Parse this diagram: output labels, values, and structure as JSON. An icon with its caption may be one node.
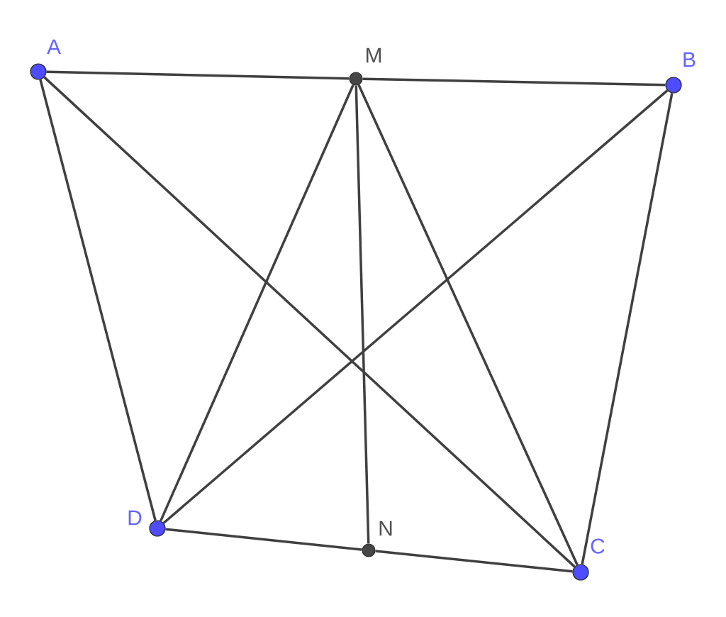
{
  "diagram": {
    "nodes": [
      {
        "text": [
          "A"
        ]
      },
      {
        "text": [
          "M"
        ]
      },
      {
        "text": [
          "B"
        ]
      },
      {
        "text": [
          "D"
        ]
      },
      {
        "text": [
          "N"
        ]
      },
      {
        "text": [
          "C"
        ]
      }
    ],
    "edges": [
      {
        "from": 0,
        "to": 1,
        "arrow": "none"
      },
      {
        "from": 1,
        "to": 2,
        "arrow": "none"
      },
      {
        "from": 2,
        "to": 5,
        "arrow": "none"
      },
      {
        "from": 5,
        "to": 4,
        "arrow": "none"
      },
      {
        "from": 4,
        "to": 3,
        "arrow": "none"
      },
      {
        "from": 3,
        "to": 0,
        "arrow": "none"
      },
      {
        "from": 0,
        "to": 5,
        "arrow": "none"
      },
      {
        "from": 2,
        "to": 3,
        "arrow": "none"
      },
      {
        "from": 1,
        "to": 3,
        "arrow": "none"
      },
      {
        "from": 1,
        "to": 5,
        "arrow": "none"
      },
      {
        "from": 1,
        "to": 4,
        "arrow": "none"
      }
    ]
  }
}
